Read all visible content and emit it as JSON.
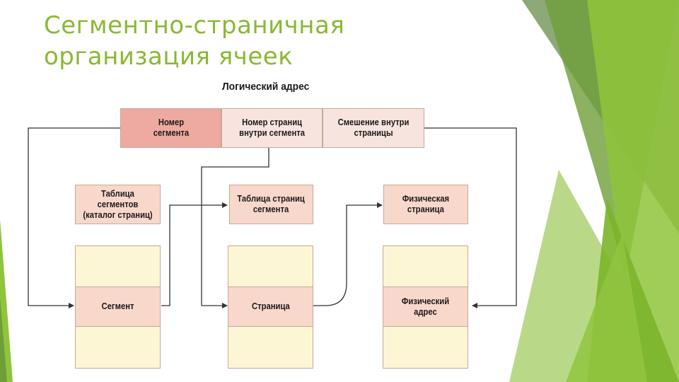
{
  "slide": {
    "title_line1": "Сегментно-страничная",
    "title_line2": "организация ячеек",
    "accent_color": "#8ab834"
  },
  "diagram": {
    "heading": "Логический адрес",
    "address_fields": [
      {
        "text": "Номер\nсегмента",
        "color": "#eeaaa0"
      },
      {
        "text": "Номер страниц\nвнутри сегмента",
        "color": "#f8e4df"
      },
      {
        "text": "Смешение внутри\nстраницы",
        "color": "#f8e4df"
      }
    ],
    "tables": [
      {
        "text": "Таблица сегментов\n(каталог страниц)"
      },
      {
        "text": "Таблица страниц\nсегмента"
      },
      {
        "text": "Физическая\nстраница"
      }
    ],
    "memory_blocks": [
      {
        "text": "Сегмент"
      },
      {
        "text": "Страница"
      },
      {
        "text": "Физический\nадрес"
      }
    ],
    "colors": {
      "table_fill": "#f9d8cc",
      "block_fill": "#fdf6d4",
      "inner_fill": "#f9d8cc",
      "line": "#333333"
    }
  }
}
